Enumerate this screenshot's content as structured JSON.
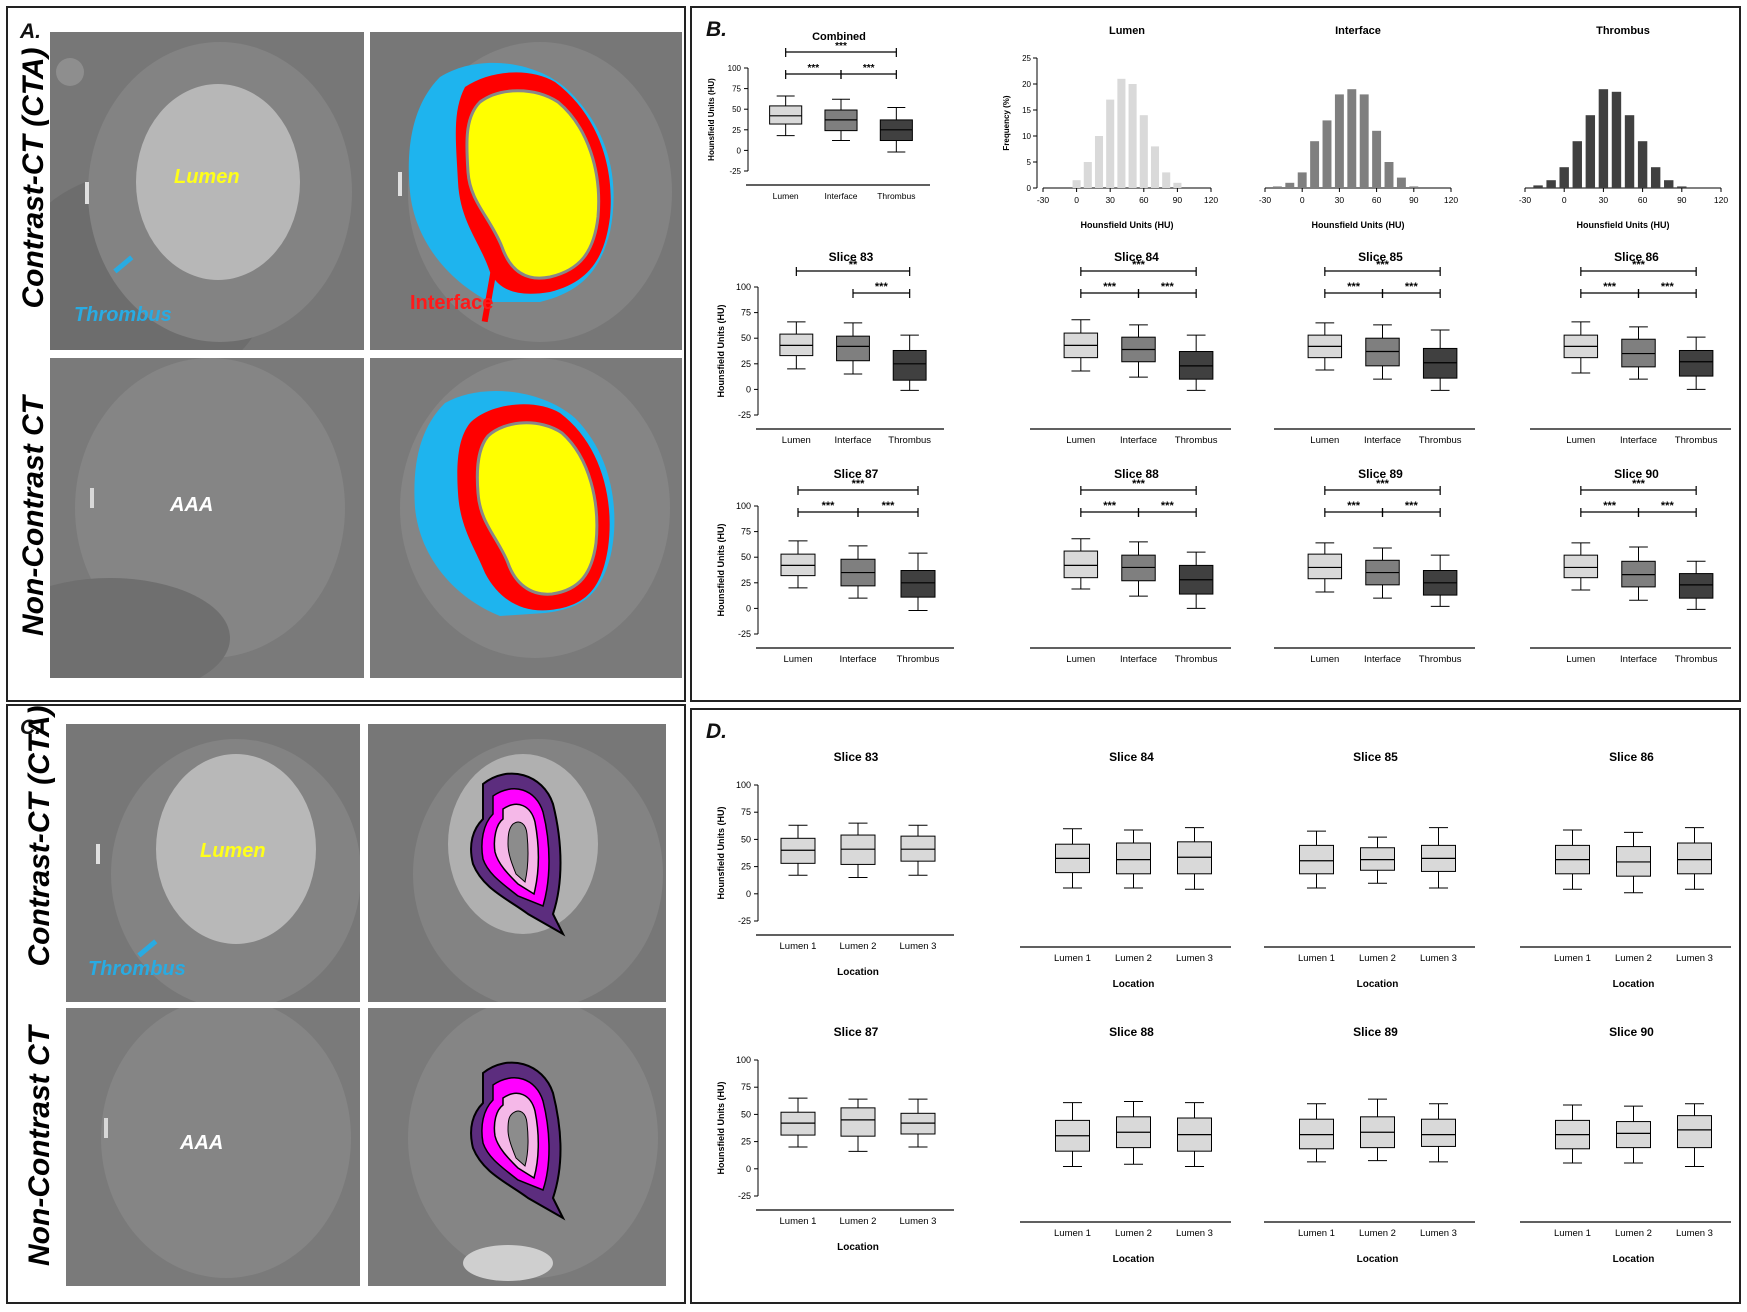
{
  "panels": {
    "a": {
      "label": "A.",
      "row1_label": "Contrast-CT (CTA)",
      "row2_label": "Non-Contrast CT",
      "lumen_label": "Lumen",
      "thrombus_label": "Thrombus",
      "interface_label": "Interface",
      "aaa_label": "AAA"
    },
    "b": {
      "label": "B."
    },
    "c": {
      "label": "C.",
      "row1_label": "Contrast-CT (CTA)",
      "row2_label": "Non-Contrast CT",
      "lumen_label": "Lumen",
      "thrombus_label": "Thrombus",
      "aaa_label": "AAA"
    },
    "d": {
      "label": "D."
    }
  },
  "colors": {
    "lumen_light": "#d9d9d9",
    "interface_mid": "#7f7f7f",
    "thrombus_dark": "#404040",
    "overlay_yellow": "#ffff00",
    "overlay_red": "#ff0000",
    "overlay_blue": "#1eb4ee",
    "ring_outer": "#5c2d7e",
    "ring_magenta": "#ff00ff",
    "ring_pink": "#f5b8e8"
  },
  "chart_data": [
    {
      "id": "combined",
      "type": "box",
      "title": "Combined",
      "ylabel": "Hounsfield Units (HU)",
      "xlabel": "",
      "ylim": [
        -25,
        100
      ],
      "yticks": [
        -25,
        0,
        25,
        50,
        75,
        100
      ],
      "categories": [
        "Lumen",
        "Interface",
        "Thrombus"
      ],
      "boxes": [
        {
          "min": 18,
          "q1": 32,
          "median": 42,
          "q3": 54,
          "max": 66,
          "fill": "#d9d9d9"
        },
        {
          "min": 12,
          "q1": 24,
          "median": 37,
          "q3": 49,
          "max": 62,
          "fill": "#7f7f7f"
        },
        {
          "min": -2,
          "q1": 12,
          "median": 25,
          "q3": 37,
          "max": 52,
          "fill": "#404040"
        }
      ],
      "significance": [
        {
          "from": 0,
          "to": 2,
          "label": "***",
          "level": 0
        },
        {
          "from": 0,
          "to": 1,
          "label": "***",
          "level": 1
        },
        {
          "from": 1,
          "to": 2,
          "label": "***",
          "level": 1
        }
      ]
    },
    {
      "id": "hist-lumen",
      "type": "bar",
      "title": "Lumen",
      "ylabel": "Frequency (%)",
      "xlabel": "Hounsfield Units (HU)",
      "xlim": [
        -30,
        120
      ],
      "xticks": [
        -30,
        0,
        30,
        60,
        90,
        120
      ],
      "ylim": [
        0,
        25
      ],
      "yticks": [
        0,
        5,
        10,
        15,
        20,
        25
      ],
      "bar_color": "#d9d9d9",
      "x": [
        -10,
        0,
        10,
        20,
        30,
        40,
        50,
        60,
        70,
        80,
        90
      ],
      "values": [
        0,
        1.5,
        5,
        10,
        17,
        21,
        20,
        14,
        8,
        3,
        1
      ]
    },
    {
      "id": "hist-interface",
      "type": "bar",
      "title": "Interface",
      "ylabel": "",
      "xlabel": "Hounsfield Units (HU)",
      "xlim": [
        -30,
        120
      ],
      "xticks": [
        -30,
        0,
        30,
        60,
        90,
        120
      ],
      "ylim": [
        0,
        25
      ],
      "bar_color": "#7f7f7f",
      "x": [
        -20,
        -10,
        0,
        10,
        20,
        30,
        40,
        50,
        60,
        70,
        80,
        90
      ],
      "values": [
        0.3,
        1,
        3,
        9,
        13,
        18,
        19,
        18,
        11,
        5,
        2,
        0.3
      ]
    },
    {
      "id": "hist-thrombus",
      "type": "bar",
      "title": "Thrombus",
      "ylabel": "",
      "xlabel": "Hounsfield Units (HU)",
      "xlim": [
        -30,
        120
      ],
      "xticks": [
        -30,
        0,
        30,
        60,
        90,
        120
      ],
      "ylim": [
        0,
        25
      ],
      "bar_color": "#404040",
      "x": [
        -20,
        -10,
        0,
        10,
        20,
        30,
        40,
        50,
        60,
        70,
        80,
        90
      ],
      "values": [
        0.5,
        1.5,
        4,
        9,
        14,
        19,
        18.5,
        14,
        9,
        4,
        1.5,
        0.3
      ]
    },
    {
      "id": "slice83-b",
      "type": "box",
      "title": "Slice 83",
      "ylabel": "Hounsfield Units (HU)",
      "xlabel": "",
      "ylim": [
        -25,
        100
      ],
      "yticks": [
        -25,
        0,
        25,
        50,
        75,
        100
      ],
      "categories": [
        "Lumen",
        "Interface",
        "Thrombus"
      ],
      "boxes": [
        {
          "min": 20,
          "q1": 33,
          "median": 43,
          "q3": 54,
          "max": 66,
          "fill": "#d9d9d9"
        },
        {
          "min": 15,
          "q1": 28,
          "median": 42,
          "q3": 52,
          "max": 65,
          "fill": "#7f7f7f"
        },
        {
          "min": -1,
          "q1": 9,
          "median": 25,
          "q3": 38,
          "max": 53,
          "fill": "#404040"
        }
      ],
      "significance": [
        {
          "from": 0,
          "to": 2,
          "label": "**",
          "level": 0
        },
        {
          "from": 1,
          "to": 2,
          "label": "***",
          "level": 1
        }
      ]
    },
    {
      "id": "slice84-b",
      "type": "box",
      "title": "Slice 84",
      "ylabel": "",
      "xlabel": "",
      "ylim": [
        -25,
        100
      ],
      "categories": [
        "Lumen",
        "Interface",
        "Thrombus"
      ],
      "boxes": [
        {
          "min": 18,
          "q1": 31,
          "median": 43,
          "q3": 55,
          "max": 68,
          "fill": "#d9d9d9"
        },
        {
          "min": 12,
          "q1": 27,
          "median": 39,
          "q3": 51,
          "max": 63,
          "fill": "#7f7f7f"
        },
        {
          "min": -1,
          "q1": 10,
          "median": 23,
          "q3": 37,
          "max": 53,
          "fill": "#404040"
        }
      ],
      "significance": [
        {
          "from": 0,
          "to": 2,
          "label": "***",
          "level": 0
        },
        {
          "from": 0,
          "to": 1,
          "label": "***",
          "level": 1
        },
        {
          "from": 1,
          "to": 2,
          "label": "***",
          "level": 1
        }
      ]
    },
    {
      "id": "slice85-b",
      "type": "box",
      "title": "Slice 85",
      "ylabel": "",
      "xlabel": "",
      "ylim": [
        -25,
        100
      ],
      "categories": [
        "Lumen",
        "Interface",
        "Thrombus"
      ],
      "boxes": [
        {
          "min": 19,
          "q1": 31,
          "median": 42,
          "q3": 53,
          "max": 65,
          "fill": "#d9d9d9"
        },
        {
          "min": 10,
          "q1": 23,
          "median": 37,
          "q3": 50,
          "max": 63,
          "fill": "#7f7f7f"
        },
        {
          "min": -1,
          "q1": 11,
          "median": 26,
          "q3": 40,
          "max": 58,
          "fill": "#404040"
        }
      ],
      "significance": [
        {
          "from": 0,
          "to": 2,
          "label": "***",
          "level": 0
        },
        {
          "from": 0,
          "to": 1,
          "label": "***",
          "level": 1
        },
        {
          "from": 1,
          "to": 2,
          "label": "***",
          "level": 1
        }
      ]
    },
    {
      "id": "slice86-b",
      "type": "box",
      "title": "Slice 86",
      "ylabel": "",
      "xlabel": "",
      "ylim": [
        -25,
        100
      ],
      "categories": [
        "Lumen",
        "Interface",
        "Thrombus"
      ],
      "boxes": [
        {
          "min": 16,
          "q1": 31,
          "median": 42,
          "q3": 53,
          "max": 66,
          "fill": "#d9d9d9"
        },
        {
          "min": 10,
          "q1": 22,
          "median": 35,
          "q3": 49,
          "max": 61,
          "fill": "#7f7f7f"
        },
        {
          "min": 0,
          "q1": 13,
          "median": 27,
          "q3": 38,
          "max": 51,
          "fill": "#404040"
        }
      ],
      "significance": [
        {
          "from": 0,
          "to": 2,
          "label": "***",
          "level": 0
        },
        {
          "from": 0,
          "to": 1,
          "label": "***",
          "level": 1
        },
        {
          "from": 1,
          "to": 2,
          "label": "***",
          "level": 1
        }
      ]
    },
    {
      "id": "slice87-b",
      "type": "box",
      "title": "Slice 87",
      "ylabel": "Hounsfield  Units (HU)",
      "xlabel": "",
      "ylim": [
        -25,
        100
      ],
      "yticks": [
        -25,
        0,
        25,
        50,
        75,
        100
      ],
      "categories": [
        "Lumen",
        "Interface",
        "Thrombus"
      ],
      "boxes": [
        {
          "min": 20,
          "q1": 32,
          "median": 42,
          "q3": 53,
          "max": 66,
          "fill": "#d9d9d9"
        },
        {
          "min": 10,
          "q1": 22,
          "median": 35,
          "q3": 48,
          "max": 61,
          "fill": "#7f7f7f"
        },
        {
          "min": -2,
          "q1": 11,
          "median": 25,
          "q3": 37,
          "max": 54,
          "fill": "#404040"
        }
      ],
      "significance": [
        {
          "from": 0,
          "to": 2,
          "label": "***",
          "level": 0
        },
        {
          "from": 0,
          "to": 1,
          "label": "***",
          "level": 1
        },
        {
          "from": 1,
          "to": 2,
          "label": "***",
          "level": 1
        }
      ]
    },
    {
      "id": "slice88-b",
      "type": "box",
      "title": "Slice 88",
      "ylabel": "",
      "xlabel": "",
      "ylim": [
        -25,
        100
      ],
      "categories": [
        "Lumen",
        "Interface",
        "Thrombus"
      ],
      "boxes": [
        {
          "min": 19,
          "q1": 30,
          "median": 42,
          "q3": 56,
          "max": 68,
          "fill": "#d9d9d9"
        },
        {
          "min": 12,
          "q1": 27,
          "median": 40,
          "q3": 52,
          "max": 65,
          "fill": "#7f7f7f"
        },
        {
          "min": 0,
          "q1": 14,
          "median": 28,
          "q3": 42,
          "max": 55,
          "fill": "#404040"
        }
      ],
      "significance": [
        {
          "from": 0,
          "to": 2,
          "label": "***",
          "level": 0
        },
        {
          "from": 0,
          "to": 1,
          "label": "***",
          "level": 1
        },
        {
          "from": 1,
          "to": 2,
          "label": "***",
          "level": 1
        }
      ]
    },
    {
      "id": "slice89-b",
      "type": "box",
      "title": "Slice 89",
      "ylabel": "",
      "xlabel": "",
      "ylim": [
        -25,
        100
      ],
      "categories": [
        "Lumen",
        "Interface",
        "Thrombus"
      ],
      "boxes": [
        {
          "min": 16,
          "q1": 29,
          "median": 40,
          "q3": 53,
          "max": 64,
          "fill": "#d9d9d9"
        },
        {
          "min": 10,
          "q1": 23,
          "median": 35,
          "q3": 47,
          "max": 59,
          "fill": "#7f7f7f"
        },
        {
          "min": 2,
          "q1": 13,
          "median": 25,
          "q3": 37,
          "max": 52,
          "fill": "#404040"
        }
      ],
      "significance": [
        {
          "from": 0,
          "to": 2,
          "label": "***",
          "level": 0
        },
        {
          "from": 0,
          "to": 1,
          "label": "***",
          "level": 1
        },
        {
          "from": 1,
          "to": 2,
          "label": "***",
          "level": 1
        }
      ]
    },
    {
      "id": "slice90-b",
      "type": "box",
      "title": "Slice 90",
      "ylabel": "",
      "xlabel": "",
      "ylim": [
        -25,
        100
      ],
      "categories": [
        "Lumen",
        "Interface",
        "Thrombus"
      ],
      "boxes": [
        {
          "min": 18,
          "q1": 30,
          "median": 40,
          "q3": 52,
          "max": 64,
          "fill": "#d9d9d9"
        },
        {
          "min": 8,
          "q1": 21,
          "median": 33,
          "q3": 46,
          "max": 60,
          "fill": "#7f7f7f"
        },
        {
          "min": -1,
          "q1": 10,
          "median": 23,
          "q3": 34,
          "max": 46,
          "fill": "#404040"
        }
      ],
      "significance": [
        {
          "from": 0,
          "to": 2,
          "label": "***",
          "level": 0
        },
        {
          "from": 0,
          "to": 1,
          "label": "***",
          "level": 1
        },
        {
          "from": 1,
          "to": 2,
          "label": "***",
          "level": 1
        }
      ]
    },
    {
      "id": "slice83-d",
      "type": "box",
      "title": "Slice 83",
      "ylabel": "Hounsfield Units (HU)",
      "xlabel": "Location",
      "ylim": [
        -25,
        100
      ],
      "yticks": [
        -25,
        0,
        25,
        50,
        75,
        100
      ],
      "categories": [
        "Lumen 1",
        "Lumen 2",
        "Lumen 3"
      ],
      "boxes": [
        {
          "min": 17,
          "q1": 28,
          "median": 40,
          "q3": 51,
          "max": 63,
          "fill": "#d9d9d9"
        },
        {
          "min": 15,
          "q1": 27,
          "median": 41,
          "q3": 54,
          "max": 65,
          "fill": "#d9d9d9"
        },
        {
          "min": 17,
          "q1": 30,
          "median": 41,
          "q3": 53,
          "max": 63,
          "fill": "#d9d9d9"
        }
      ]
    },
    {
      "id": "slice84-d",
      "type": "box",
      "title": "Slice 84",
      "ylabel": "",
      "xlabel": "Location",
      "ylim": [
        -25,
        100
      ],
      "categories": [
        "Lumen 1",
        "Lumen 2",
        "Lumen 3"
      ],
      "boxes": [
        {
          "min": 13,
          "q1": 26,
          "median": 38,
          "q3": 50,
          "max": 63,
          "fill": "#d9d9d9"
        },
        {
          "min": 13,
          "q1": 25,
          "median": 37,
          "q3": 51,
          "max": 62,
          "fill": "#d9d9d9"
        },
        {
          "min": 12,
          "q1": 25,
          "median": 39,
          "q3": 52,
          "max": 64,
          "fill": "#d9d9d9"
        }
      ]
    },
    {
      "id": "slice85-d",
      "type": "box",
      "title": "Slice 85",
      "ylabel": "",
      "xlabel": "Location",
      "ylim": [
        -25,
        100
      ],
      "categories": [
        "Lumen 1",
        "Lumen 2",
        "Lumen 3"
      ],
      "boxes": [
        {
          "min": 13,
          "q1": 25,
          "median": 36,
          "q3": 49,
          "max": 61,
          "fill": "#d9d9d9"
        },
        {
          "min": 17,
          "q1": 28,
          "median": 37,
          "q3": 47,
          "max": 56,
          "fill": "#d9d9d9"
        },
        {
          "min": 13,
          "q1": 27,
          "median": 38,
          "q3": 49,
          "max": 64,
          "fill": "#d9d9d9"
        }
      ]
    },
    {
      "id": "slice86-d",
      "type": "box",
      "title": "Slice 86",
      "ylabel": "",
      "xlabel": "Location",
      "ylim": [
        -25,
        100
      ],
      "categories": [
        "Lumen 1",
        "Lumen 2",
        "Lumen 3"
      ],
      "boxes": [
        {
          "min": 12,
          "q1": 25,
          "median": 37,
          "q3": 49,
          "max": 62,
          "fill": "#d9d9d9"
        },
        {
          "min": 9,
          "q1": 23,
          "median": 35,
          "q3": 48,
          "max": 60,
          "fill": "#d9d9d9"
        },
        {
          "min": 12,
          "q1": 25,
          "median": 37,
          "q3": 51,
          "max": 64,
          "fill": "#d9d9d9"
        }
      ]
    },
    {
      "id": "slice87-d",
      "type": "box",
      "title": "Slice 87",
      "ylabel": "Hounsfield Units (HU)",
      "xlabel": "Location",
      "ylim": [
        -25,
        100
      ],
      "yticks": [
        -25,
        0,
        25,
        50,
        75,
        100
      ],
      "categories": [
        "Lumen 1",
        "Lumen 2",
        "Lumen 3"
      ],
      "boxes": [
        {
          "min": 20,
          "q1": 31,
          "median": 42,
          "q3": 52,
          "max": 65,
          "fill": "#d9d9d9"
        },
        {
          "min": 16,
          "q1": 30,
          "median": 45,
          "q3": 56,
          "max": 64,
          "fill": "#d9d9d9"
        },
        {
          "min": 20,
          "q1": 32,
          "median": 42,
          "q3": 51,
          "max": 64,
          "fill": "#d9d9d9"
        }
      ]
    },
    {
      "id": "slice88-d",
      "type": "box",
      "title": "Slice 88",
      "ylabel": "",
      "xlabel": "Location",
      "ylim": [
        -25,
        100
      ],
      "categories": [
        "Lumen 1",
        "Lumen 2",
        "Lumen 3"
      ],
      "boxes": [
        {
          "min": 10,
          "q1": 23,
          "median": 36,
          "q3": 49,
          "max": 64,
          "fill": "#d9d9d9"
        },
        {
          "min": 12,
          "q1": 26,
          "median": 39,
          "q3": 52,
          "max": 65,
          "fill": "#d9d9d9"
        },
        {
          "min": 10,
          "q1": 23,
          "median": 37,
          "q3": 51,
          "max": 64,
          "fill": "#d9d9d9"
        }
      ]
    },
    {
      "id": "slice89-d",
      "type": "box",
      "title": "Slice 89",
      "ylabel": "",
      "xlabel": "Location",
      "ylim": [
        -25,
        100
      ],
      "categories": [
        "Lumen 1",
        "Lumen 2",
        "Lumen 3"
      ],
      "boxes": [
        {
          "min": 14,
          "q1": 25,
          "median": 37,
          "q3": 50,
          "max": 63,
          "fill": "#d9d9d9"
        },
        {
          "min": 15,
          "q1": 26,
          "median": 39,
          "q3": 52,
          "max": 67,
          "fill": "#d9d9d9"
        },
        {
          "min": 14,
          "q1": 27,
          "median": 37,
          "q3": 50,
          "max": 63,
          "fill": "#d9d9d9"
        }
      ]
    },
    {
      "id": "slice90-d",
      "type": "box",
      "title": "Slice 90",
      "ylabel": "",
      "xlabel": "Location",
      "ylim": [
        -25,
        100
      ],
      "categories": [
        "Lumen 1",
        "Lumen 2",
        "Lumen 3"
      ],
      "boxes": [
        {
          "min": 13,
          "q1": 25,
          "median": 37,
          "q3": 49,
          "max": 62,
          "fill": "#d9d9d9"
        },
        {
          "min": 13,
          "q1": 26,
          "median": 38,
          "q3": 48,
          "max": 61,
          "fill": "#d9d9d9"
        },
        {
          "min": 10,
          "q1": 26,
          "median": 41,
          "q3": 53,
          "max": 63,
          "fill": "#d9d9d9"
        }
      ]
    }
  ]
}
